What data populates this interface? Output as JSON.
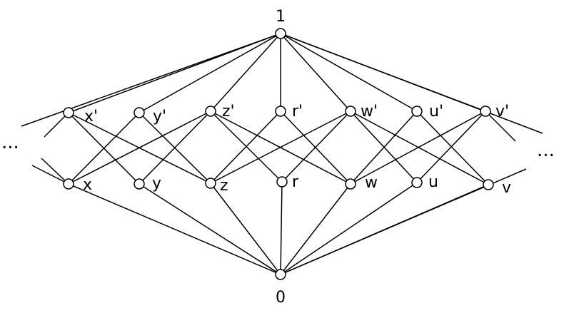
{
  "diagram": {
    "top": {
      "label": "1"
    },
    "bottom": {
      "label": "0"
    },
    "upper_row": [
      {
        "id": "xp",
        "label": "x'"
      },
      {
        "id": "yp",
        "label": "y'"
      },
      {
        "id": "zp",
        "label": "z'"
      },
      {
        "id": "rp",
        "label": "r'"
      },
      {
        "id": "wp",
        "label": "w'"
      },
      {
        "id": "up",
        "label": "u'"
      },
      {
        "id": "vp",
        "label": "v'"
      }
    ],
    "lower_row": [
      {
        "id": "x",
        "label": "x"
      },
      {
        "id": "y",
        "label": "y"
      },
      {
        "id": "z",
        "label": "z"
      },
      {
        "id": "r",
        "label": "r"
      },
      {
        "id": "w",
        "label": "w"
      },
      {
        "id": "u",
        "label": "u"
      },
      {
        "id": "v",
        "label": "v"
      }
    ],
    "left_ellipsis": "...",
    "right_ellipsis": "..."
  }
}
